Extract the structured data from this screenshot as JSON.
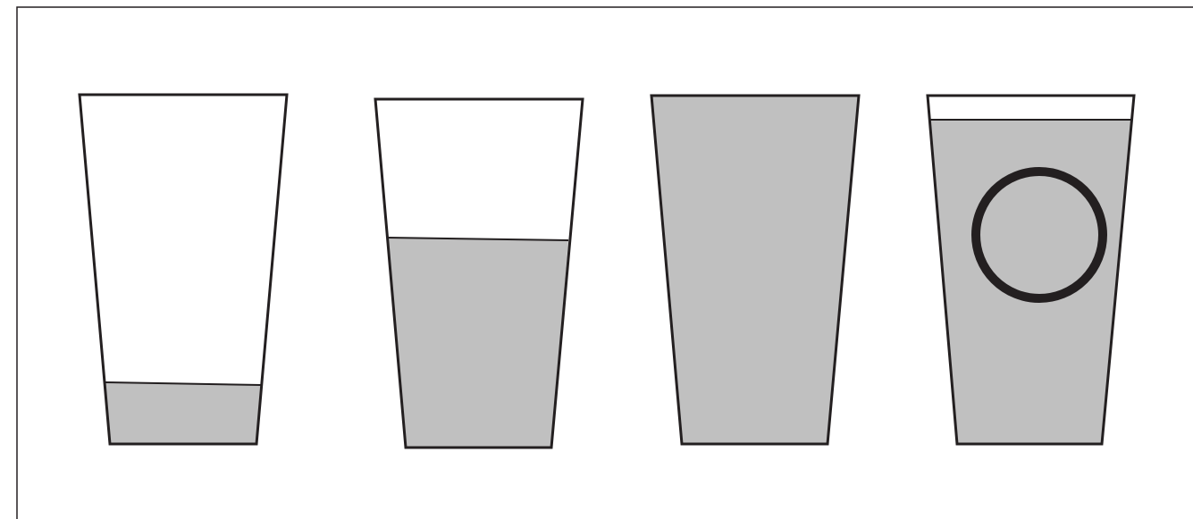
{
  "colors": {
    "background": "#ffffff",
    "outline": "#231f20",
    "liquid": "#c0c0c0"
  },
  "glasses": [
    {
      "name": "glass-1",
      "fill_fraction": 0.17,
      "has_ring": false
    },
    {
      "name": "glass-2",
      "fill_fraction": 0.6,
      "has_ring": false
    },
    {
      "name": "glass-3",
      "fill_fraction": 1.0,
      "has_ring": false
    },
    {
      "name": "glass-4",
      "fill_fraction": 0.93,
      "has_ring": true
    }
  ]
}
